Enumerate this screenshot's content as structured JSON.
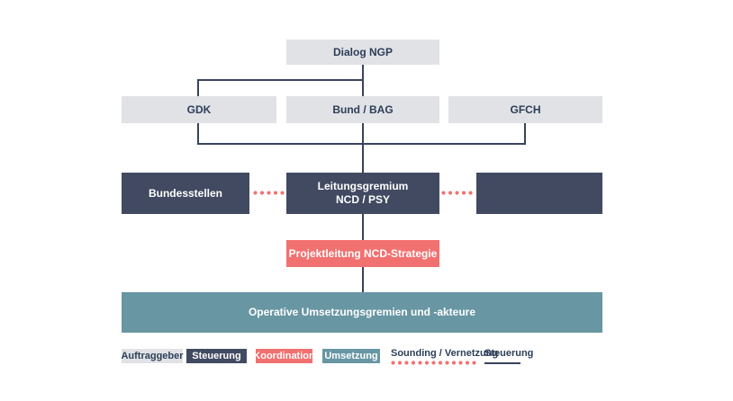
{
  "diagram": {
    "dialog_ngp": "Dialog NGP",
    "gdk": "GDK",
    "bund_bag": "Bund / BAG",
    "gfch": "GFCH",
    "bundesstellen": "Bundesstellen",
    "leitungsgremium": {
      "line1": "Leitungsgremium",
      "line2": "NCD / PSY"
    },
    "projektleitung": "Projektleitung NCD-Strategie",
    "operative": "Operative Umsetzungsgremien und -akteure"
  },
  "legend": {
    "auftraggeber": "Auftraggeber",
    "steuerung": "Steuerung",
    "koordination": "Koordination",
    "umsetzung": "Umsetzung",
    "sounding_vernetzung": "Sounding / Vernetzung",
    "steuerung_solid": "Steuerung"
  },
  "colors": {
    "background": "#ffffff",
    "box_light_gray": "#e1e2e6",
    "box_dark_navy": "#414a61",
    "box_coral_red": "#f17170",
    "box_teal": "#6896a3",
    "connector_line": "#39445c",
    "dotted_line": "#f17170",
    "text_navy": "#2c3e58",
    "text_white": "#ffffff"
  }
}
